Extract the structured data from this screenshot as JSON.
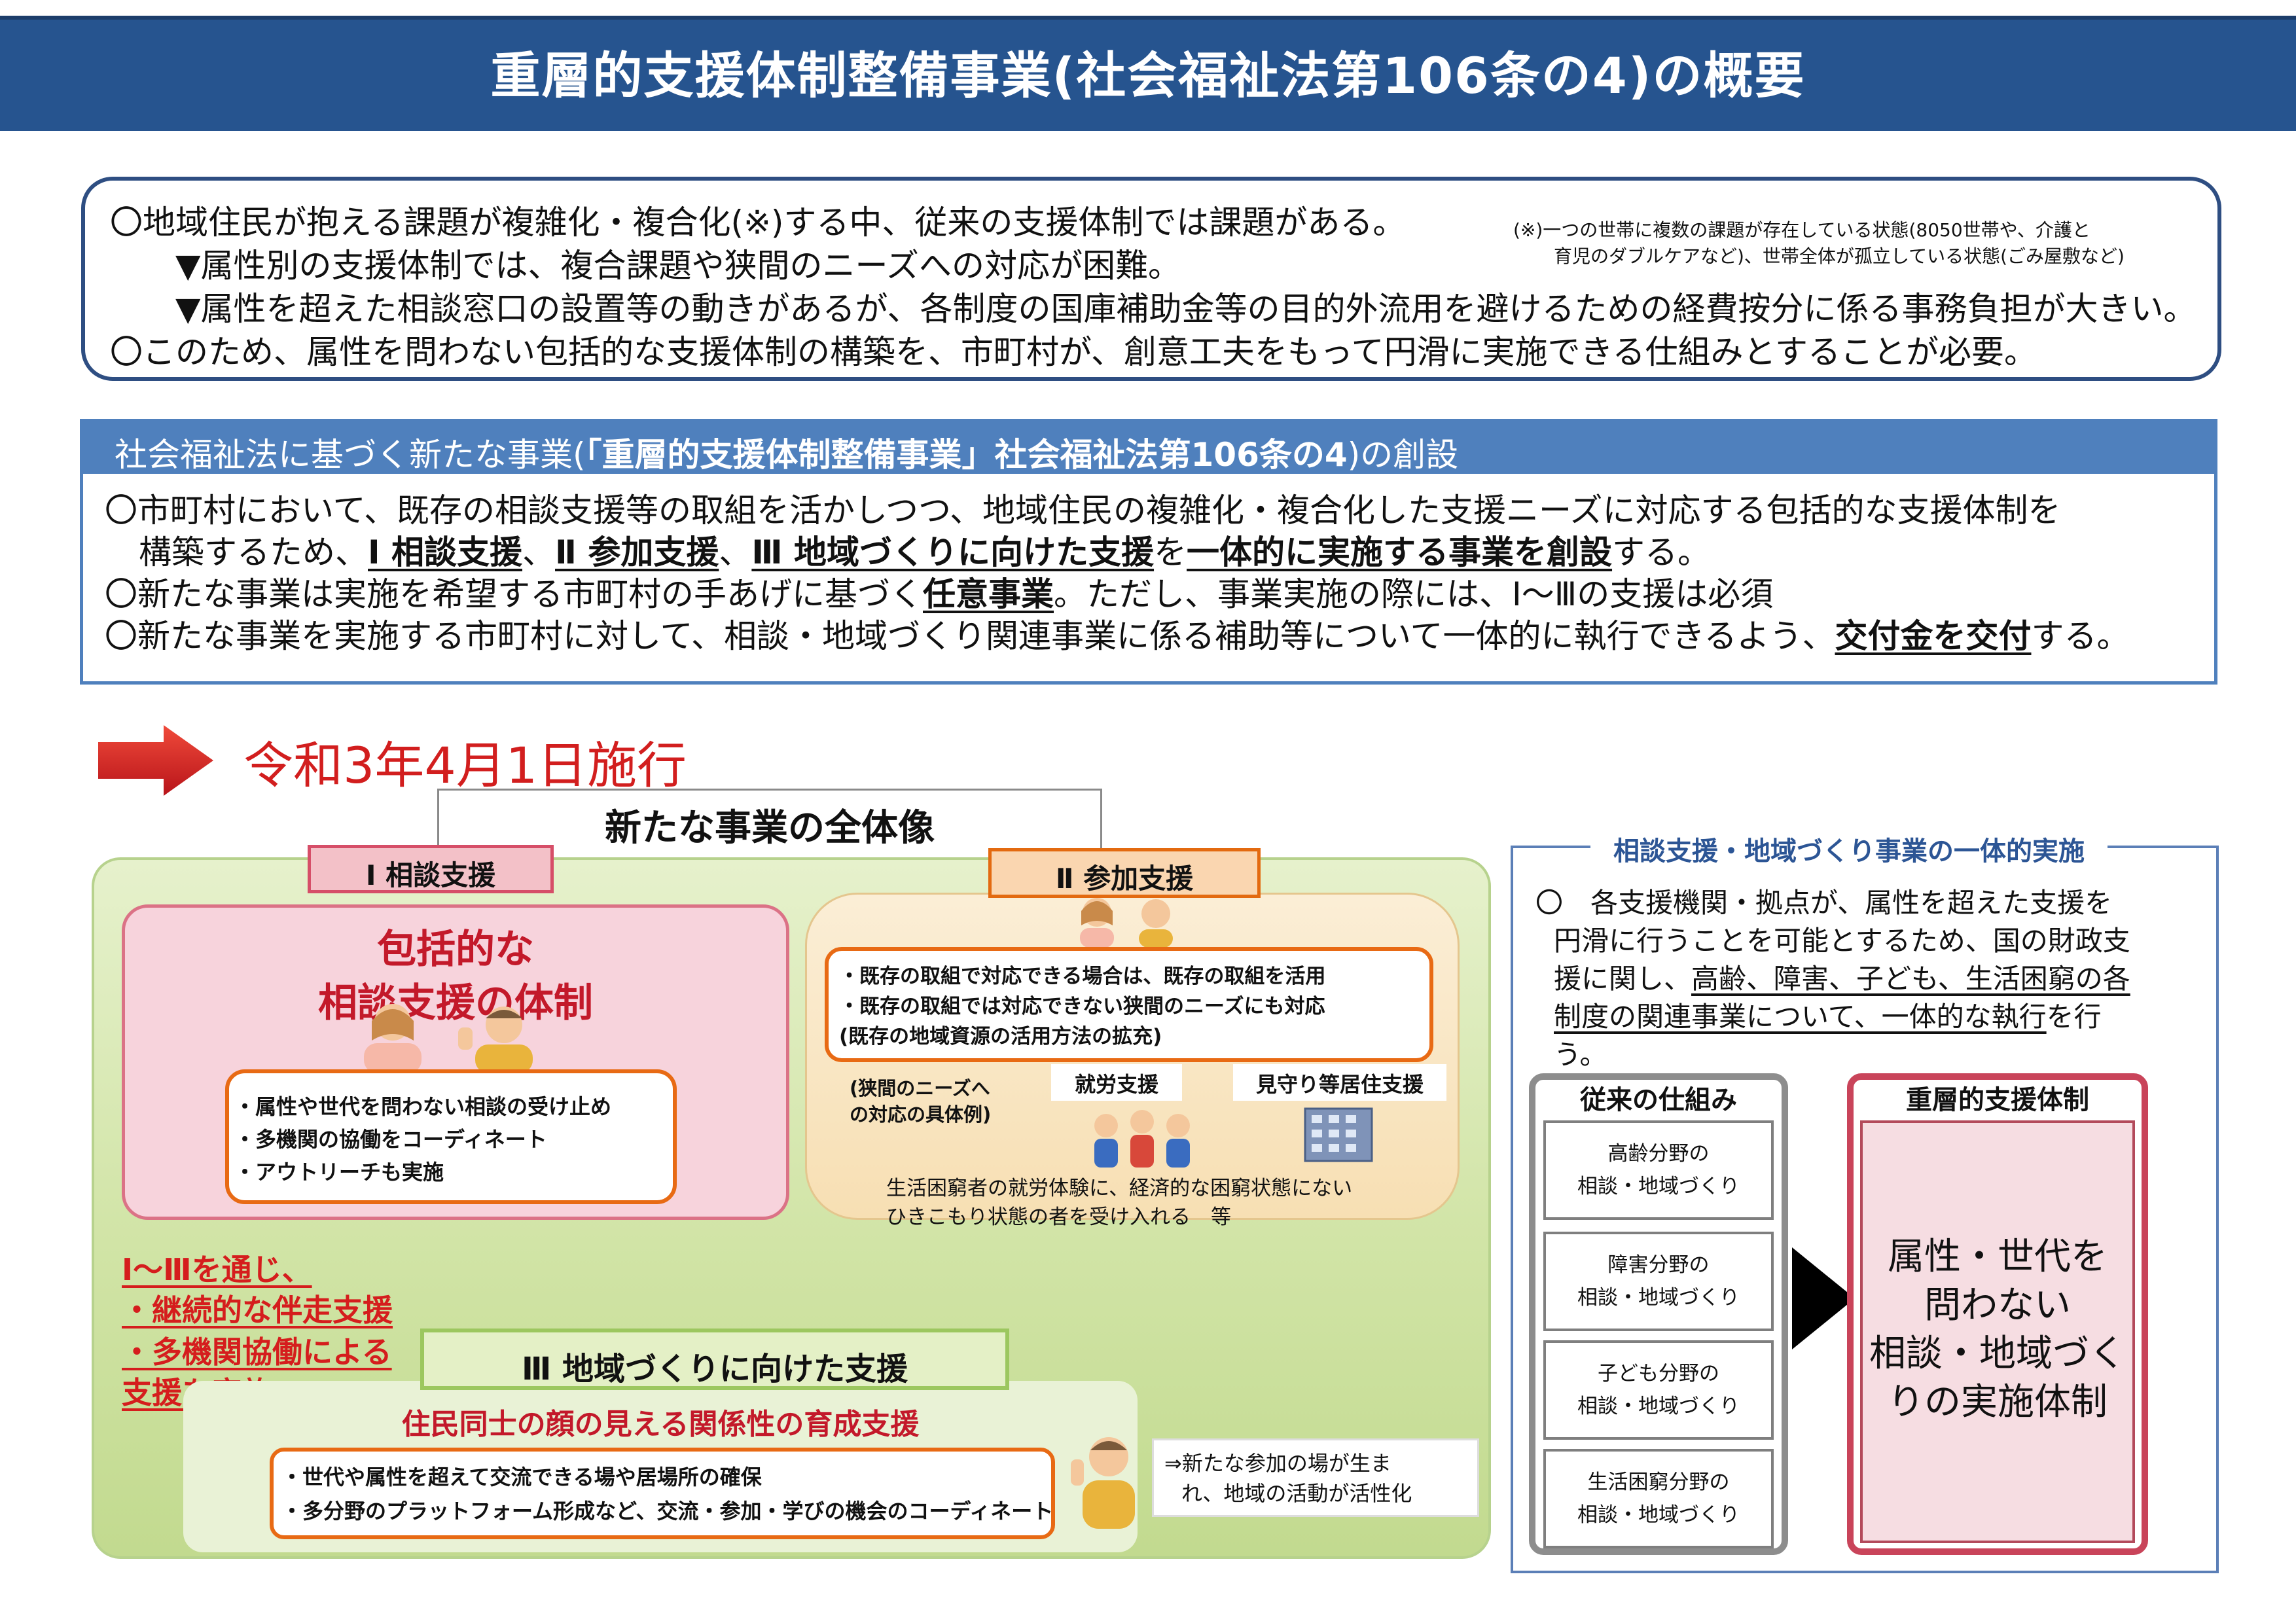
{
  "header": {
    "title": "重層的支援体制整備事業(社会福祉法第106条の4)の概要"
  },
  "intro": {
    "line1": "〇地域住民が抱える課題が複雑化・複合化(※)する中、従来の支援体制では課題がある。",
    "line2": "▼属性別の支援体制では、複合課題や狭間のニーズへの対応が困難。",
    "line3": "▼属性を超えた相談窓口の設置等の動きがあるが、各制度の国庫補助金等の目的外流用を避けるための経費按分に係る事務負担が大きい。",
    "line4": "〇このため、属性を問わない包括的な支援体制の構築を、市町村が、創意工夫をもって円滑に実施できる仕組みとすることが必要。",
    "note1": "(※)一つの世帯に複数の課題が存在している状態(8050世帯や、介護と",
    "note2": "育児のダブルケアなど)、世帯全体が孤立している状態(ごみ屋敷など)"
  },
  "section2": {
    "title_a": "社会福祉法に基づく新たな事業(",
    "title_b": "「重層的支援体制整備事業」社会福祉法第106条の4",
    "title_c": ")の創設",
    "l1": "〇市町村において、既存の相談支援等の取組を活かしつつ、地域住民の複雑化・複合化した支援ニーズに対応する包括的な支援体制を",
    "l2a": "構築するため、",
    "l2b": "Ⅰ 相談支援",
    "l2c": "、",
    "l2d": "Ⅱ 参加支援",
    "l2e": "、",
    "l2f": "Ⅲ 地域づくりに向けた支援",
    "l2g": "を",
    "l2h": "一体的に実施する事業を創設",
    "l2i": "する。",
    "l3a": "〇新たな事業は実施を希望する市町村の手あげに基づく",
    "l3b": "任意事業",
    "l3c": "。ただし、事業実施の際には、Ⅰ～Ⅲの支援は必須",
    "l4a": "〇新たな事業を実施する市町村に対して、相談・地域づくり関連事業に係る補助等について一体的に執行できるよう、",
    "l4b": "交付金を交付",
    "l4c": "する。"
  },
  "enforcement": {
    "date": "令和3年4月1日施行"
  },
  "overview": {
    "title": "新たな事業の全体像",
    "tab1": "Ⅰ 相談支援",
    "tab2": "Ⅱ 参加支援",
    "tab3": "Ⅲ 地域づくりに向けた支援",
    "consult": {
      "title1": "包括的な",
      "title2": "相談支援の体制",
      "items": [
        "・属性や世代を問わない相談の受け止め",
        "・多機関の協働をコーディネート",
        "・アウトリーチも実施"
      ]
    },
    "participation": {
      "items": [
        "・既存の取組で対応できる場合は、既存の取組を活用",
        "・既存の取組では対応できない狭間のニーズにも対応",
        "(既存の地域資源の活用方法の拡充)"
      ],
      "example1": "(狭間のニーズへ",
      "example2": "の対応の具体例)",
      "box1": "就労支援",
      "box2": "見守り等居住支援",
      "desc1": "生活困窮者の就労体験に、経済的な困窮状態にない",
      "desc2": "ひきこもり状態の者を受け入れる　等"
    },
    "red": [
      "Ⅰ～Ⅲを通じ、",
      "・継続的な伴走支援",
      "・多機関協働による",
      "支援を実施"
    ],
    "community": {
      "title": "住民同士の顔の見える関係性の育成支援",
      "items": [
        "・世代や属性を超えて交流できる場や居場所の確保",
        "・多分野のプラットフォーム形成など、交流・参加・学びの機会のコーディネート"
      ],
      "note1": "⇒新たな参加の場が生ま",
      "note2": "れ、地域の活動が活性化"
    }
  },
  "right_panel": {
    "title": "相談支援・地域づくり事業の一体的実施",
    "l1": "〇　各支援機関・拠点が、属性を超えた支援を",
    "l2": "円滑に行うことを可能とするため、国の財政支",
    "l3a": "援に関し、",
    "l3b": "高齢、障害、子ども、生活困窮の各",
    "l4a": "制度の関連事業について、一体的な執行",
    "l4b": "を行",
    "l5": "う。",
    "old_title": "従来の仕組み",
    "old_items": [
      {
        "a": "高齢分野の",
        "b": "相談・地域づくり"
      },
      {
        "a": "障害分野の",
        "b": "相談・地域づくり"
      },
      {
        "a": "子ども分野の",
        "b": "相談・地域づくり"
      },
      {
        "a": "生活困窮分野の",
        "b": "相談・地域づくり"
      }
    ],
    "new_title": "重層的支援体制",
    "new_lines": [
      "属性・世代を",
      "問わない",
      "相談・地域づく",
      "りの実施体制"
    ]
  },
  "colors": {
    "header": "#26548f",
    "section": "#4f80bd",
    "accent_red": "#d21e1e",
    "orange": "#e86a14"
  }
}
